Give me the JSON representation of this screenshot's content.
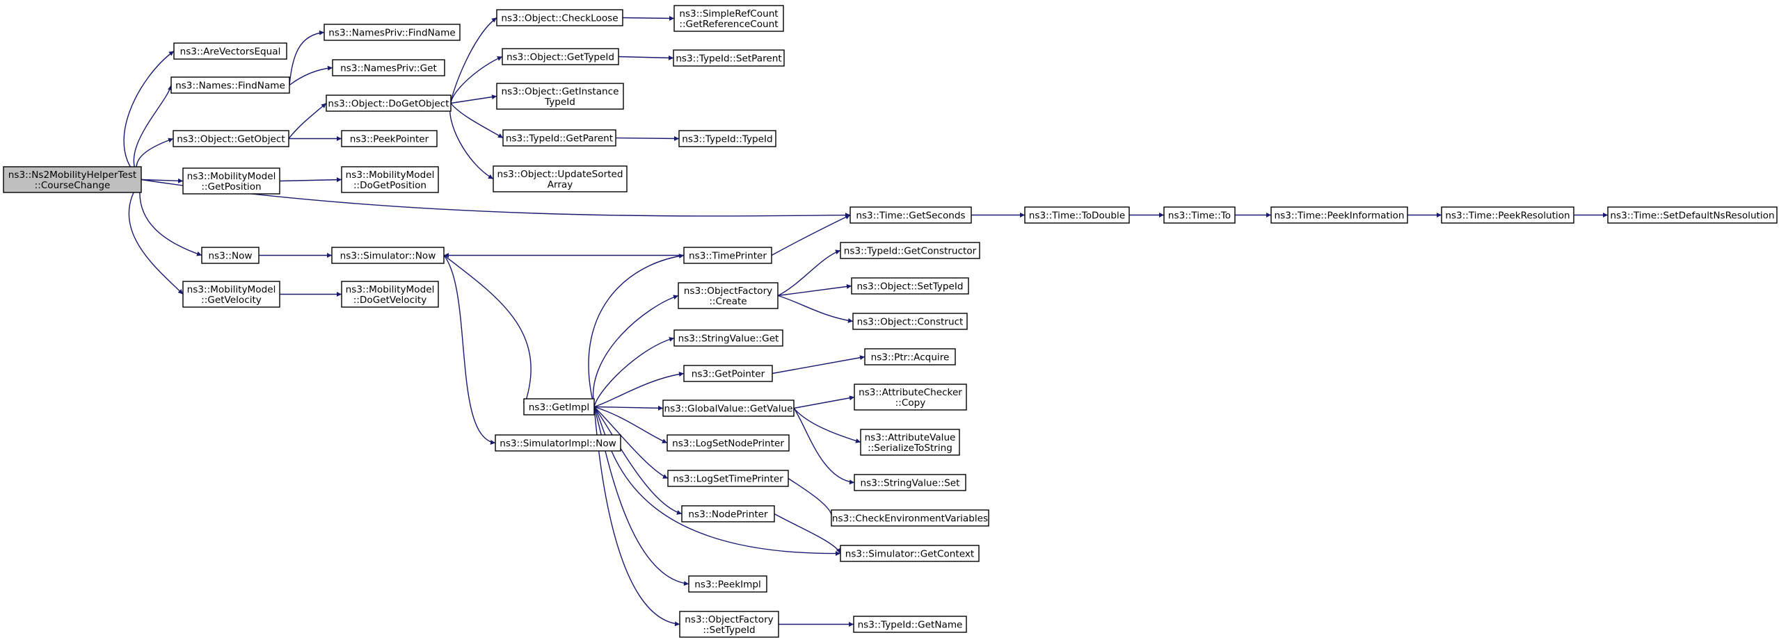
{
  "colors": {
    "edge": "#191970",
    "root_fill": "#bfbfbf",
    "truncated_border": "#ff0000",
    "node_border": "#000000",
    "background": "#ffffff"
  },
  "nodes": [
    {
      "id": "course_change",
      "lines": [
        "ns3::Ns2MobilityHelperTest",
        "::CourseChange"
      ],
      "kind": "root"
    },
    {
      "id": "are_vectors_equal",
      "lines": [
        "ns3::AreVectorsEqual"
      ]
    },
    {
      "id": "names_find_name",
      "lines": [
        "ns3::Names::FindName"
      ]
    },
    {
      "id": "object_get_object",
      "lines": [
        "ns3::Object::GetObject"
      ]
    },
    {
      "id": "mobility_get_position",
      "lines": [
        "ns3::MobilityModel",
        "::GetPosition"
      ]
    },
    {
      "id": "now",
      "lines": [
        "ns3::Now"
      ]
    },
    {
      "id": "mobility_get_velocity",
      "lines": [
        "ns3::MobilityModel",
        "::GetVelocity"
      ]
    },
    {
      "id": "names_priv_find_name",
      "lines": [
        "ns3::NamesPriv::FindName"
      ]
    },
    {
      "id": "names_priv_get",
      "lines": [
        "ns3::NamesPriv::Get"
      ]
    },
    {
      "id": "object_do_get_object",
      "lines": [
        "ns3::Object::DoGetObject"
      ]
    },
    {
      "id": "peek_pointer",
      "lines": [
        "ns3::PeekPointer"
      ]
    },
    {
      "id": "mobility_do_get_position",
      "lines": [
        "ns3::MobilityModel",
        "::DoGetPosition"
      ]
    },
    {
      "id": "simulator_now",
      "lines": [
        "ns3::Simulator::Now"
      ]
    },
    {
      "id": "mobility_do_get_velocity",
      "lines": [
        "ns3::MobilityModel",
        "::DoGetVelocity"
      ]
    },
    {
      "id": "object_check_loose",
      "lines": [
        "ns3::Object::CheckLoose"
      ]
    },
    {
      "id": "object_get_type_id",
      "lines": [
        "ns3::Object::GetTypeId"
      ]
    },
    {
      "id": "object_get_instance_type_id",
      "lines": [
        "ns3::Object::GetInstance",
        "TypeId"
      ]
    },
    {
      "id": "type_id_get_parent",
      "lines": [
        "ns3::TypeId::GetParent"
      ]
    },
    {
      "id": "object_update_sorted_array",
      "lines": [
        "ns3::Object::UpdateSorted",
        "Array"
      ]
    },
    {
      "id": "get_impl",
      "lines": [
        "ns3::GetImpl"
      ]
    },
    {
      "id": "simulator_impl_now",
      "lines": [
        "ns3::SimulatorImpl::Now"
      ]
    },
    {
      "id": "simple_ref_count",
      "lines": [
        "ns3::SimpleRefCount",
        "::GetReferenceCount"
      ]
    },
    {
      "id": "type_id_set_parent",
      "lines": [
        "ns3::TypeId::SetParent"
      ]
    },
    {
      "id": "type_id_type_id",
      "lines": [
        "ns3::TypeId::TypeId"
      ]
    },
    {
      "id": "time_get_seconds",
      "lines": [
        "ns3::Time::GetSeconds"
      ]
    },
    {
      "id": "time_printer",
      "lines": [
        "ns3::TimePrinter"
      ]
    },
    {
      "id": "object_factory_create",
      "lines": [
        "ns3::ObjectFactory",
        "::Create"
      ]
    },
    {
      "id": "string_value_get",
      "lines": [
        "ns3::StringValue::Get"
      ]
    },
    {
      "id": "get_pointer",
      "lines": [
        "ns3::GetPointer"
      ]
    },
    {
      "id": "global_value_get_value",
      "lines": [
        "ns3::GlobalValue::GetValue"
      ]
    },
    {
      "id": "log_set_node_printer",
      "lines": [
        "ns3::LogSetNodePrinter"
      ]
    },
    {
      "id": "log_set_time_printer",
      "lines": [
        "ns3::LogSetTimePrinter"
      ]
    },
    {
      "id": "node_printer",
      "lines": [
        "ns3::NodePrinter"
      ]
    },
    {
      "id": "peek_impl",
      "lines": [
        "ns3::PeekImpl"
      ]
    },
    {
      "id": "object_factory_set_type_id",
      "lines": [
        "ns3::ObjectFactory",
        "::SetTypeId"
      ]
    },
    {
      "id": "time_to_double",
      "lines": [
        "ns3::Time::ToDouble"
      ]
    },
    {
      "id": "time_to",
      "lines": [
        "ns3::Time::To"
      ]
    },
    {
      "id": "time_peek_information",
      "lines": [
        "ns3::Time::PeekInformation"
      ]
    },
    {
      "id": "time_peek_resolution",
      "lines": [
        "ns3::Time::PeekResolution"
      ]
    },
    {
      "id": "time_set_default_ns_resolution",
      "lines": [
        "ns3::Time::SetDefaultNsResolution"
      ],
      "kind": "truncated"
    },
    {
      "id": "type_id_get_constructor",
      "lines": [
        "ns3::TypeId::GetConstructor"
      ]
    },
    {
      "id": "object_set_type_id",
      "lines": [
        "ns3::Object::SetTypeId"
      ],
      "kind": "truncated"
    },
    {
      "id": "object_construct",
      "lines": [
        "ns3::Object::Construct"
      ],
      "kind": "truncated"
    },
    {
      "id": "ptr_acquire",
      "lines": [
        "ns3::Ptr::Acquire"
      ]
    },
    {
      "id": "attribute_checker_copy",
      "lines": [
        "ns3::AttributeChecker",
        "::Copy"
      ]
    },
    {
      "id": "attribute_value_serialize",
      "lines": [
        "ns3::AttributeValue",
        "::SerializeToString"
      ]
    },
    {
      "id": "string_value_set",
      "lines": [
        "ns3::StringValue::Set"
      ]
    },
    {
      "id": "check_environment_variables",
      "lines": [
        "ns3::CheckEnvironmentVariables"
      ],
      "kind": "truncated"
    },
    {
      "id": "simulator_get_context",
      "lines": [
        "ns3::Simulator::GetContext"
      ],
      "kind": "truncated"
    },
    {
      "id": "type_id_get_name",
      "lines": [
        "ns3::TypeId::GetName"
      ]
    }
  ],
  "edges": [
    {
      "from": "course_change",
      "to": "are_vectors_equal"
    },
    {
      "from": "course_change",
      "to": "names_find_name"
    },
    {
      "from": "course_change",
      "to": "object_get_object"
    },
    {
      "from": "course_change",
      "to": "mobility_get_position"
    },
    {
      "from": "course_change",
      "to": "time_get_seconds"
    },
    {
      "from": "course_change",
      "to": "now"
    },
    {
      "from": "course_change",
      "to": "mobility_get_velocity"
    },
    {
      "from": "names_find_name",
      "to": "names_priv_find_name"
    },
    {
      "from": "names_find_name",
      "to": "names_priv_get"
    },
    {
      "from": "object_get_object",
      "to": "object_do_get_object"
    },
    {
      "from": "object_get_object",
      "to": "peek_pointer"
    },
    {
      "from": "mobility_get_position",
      "to": "mobility_do_get_position"
    },
    {
      "from": "now",
      "to": "simulator_now"
    },
    {
      "from": "mobility_get_velocity",
      "to": "mobility_do_get_velocity"
    },
    {
      "from": "object_do_get_object",
      "to": "object_check_loose"
    },
    {
      "from": "object_do_get_object",
      "to": "object_get_type_id"
    },
    {
      "from": "object_do_get_object",
      "to": "object_get_instance_type_id"
    },
    {
      "from": "object_do_get_object",
      "to": "type_id_get_parent"
    },
    {
      "from": "object_do_get_object",
      "to": "object_update_sorted_array"
    },
    {
      "from": "object_check_loose",
      "to": "simple_ref_count"
    },
    {
      "from": "object_get_type_id",
      "to": "type_id_set_parent"
    },
    {
      "from": "type_id_get_parent",
      "to": "type_id_type_id"
    },
    {
      "from": "simulator_now",
      "to": "get_impl"
    },
    {
      "from": "simulator_now",
      "to": "simulator_impl_now"
    },
    {
      "from": "time_printer",
      "to": "simulator_now"
    },
    {
      "from": "time_printer",
      "to": "time_get_seconds"
    },
    {
      "from": "get_impl",
      "to": "time_printer"
    },
    {
      "from": "get_impl",
      "to": "object_factory_create"
    },
    {
      "from": "get_impl",
      "to": "string_value_get"
    },
    {
      "from": "get_impl",
      "to": "get_pointer"
    },
    {
      "from": "get_impl",
      "to": "global_value_get_value"
    },
    {
      "from": "get_impl",
      "to": "log_set_node_printer"
    },
    {
      "from": "get_impl",
      "to": "log_set_time_printer"
    },
    {
      "from": "get_impl",
      "to": "node_printer"
    },
    {
      "from": "get_impl",
      "to": "simulator_get_context"
    },
    {
      "from": "get_impl",
      "to": "peek_impl"
    },
    {
      "from": "get_impl",
      "to": "object_factory_set_type_id"
    },
    {
      "from": "time_get_seconds",
      "to": "time_to_double"
    },
    {
      "from": "time_to_double",
      "to": "time_to"
    },
    {
      "from": "time_to",
      "to": "time_peek_information"
    },
    {
      "from": "time_peek_information",
      "to": "time_peek_resolution"
    },
    {
      "from": "time_peek_resolution",
      "to": "time_set_default_ns_resolution"
    },
    {
      "from": "object_factory_create",
      "to": "type_id_get_constructor"
    },
    {
      "from": "object_factory_create",
      "to": "object_set_type_id"
    },
    {
      "from": "object_factory_create",
      "to": "object_construct"
    },
    {
      "from": "get_pointer",
      "to": "ptr_acquire"
    },
    {
      "from": "global_value_get_value",
      "to": "attribute_checker_copy"
    },
    {
      "from": "global_value_get_value",
      "to": "attribute_value_serialize"
    },
    {
      "from": "global_value_get_value",
      "to": "string_value_set"
    },
    {
      "from": "log_set_time_printer",
      "to": "check_environment_variables"
    },
    {
      "from": "node_printer",
      "to": "simulator_get_context"
    },
    {
      "from": "object_factory_set_type_id",
      "to": "type_id_get_name"
    }
  ]
}
